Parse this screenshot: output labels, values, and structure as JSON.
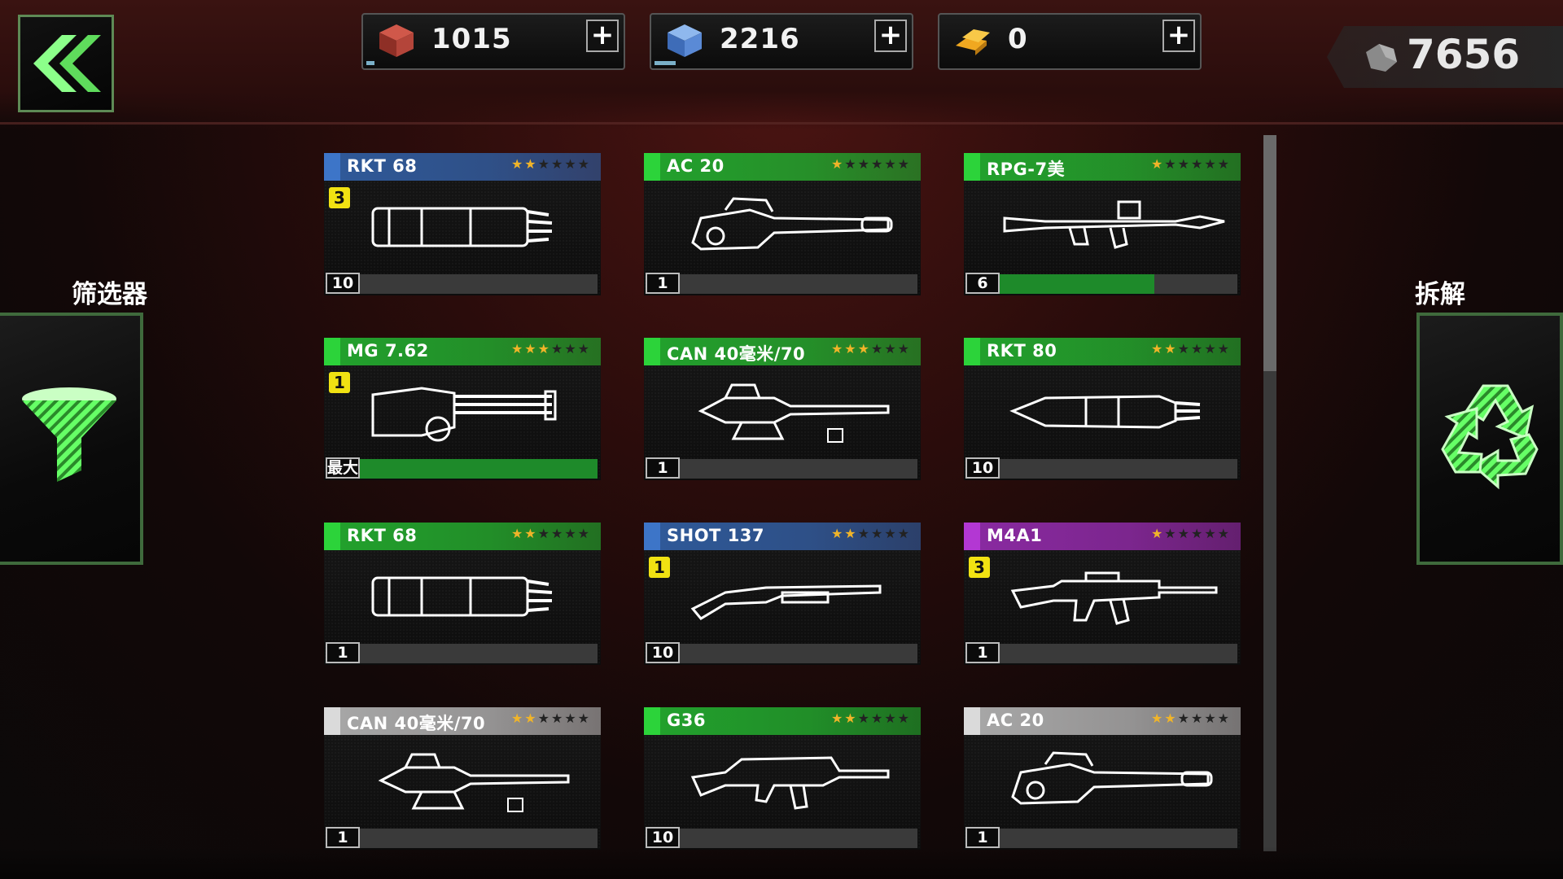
{
  "header": {
    "resources": [
      {
        "icon": "supply-crate-icon",
        "value": "1015",
        "plus": "+",
        "bar": 0.03
      },
      {
        "icon": "blue-crate-icon",
        "value": "2216",
        "plus": "+",
        "bar": 0.08
      },
      {
        "icon": "gold-bars-icon",
        "value": "0",
        "plus": "+",
        "bar": 0
      }
    ],
    "gear_count": "7656"
  },
  "sidebar": {
    "filter_label": "筛选器",
    "dismantle_label": "拆解"
  },
  "colors": {
    "blue": "#2f5a9a",
    "green": "#22a22d",
    "purple": "#8a2aa2",
    "gray": "#a8a8a8",
    "star_on": "#f0b429",
    "star_off": "#222"
  },
  "weapons": [
    {
      "name": "RKT 68",
      "rarity": "blue",
      "stars": 2,
      "badge": "3",
      "level": "10",
      "progress": 0,
      "art": "rocket-pod"
    },
    {
      "name": "AC 20",
      "rarity": "green",
      "stars": 1,
      "badge": "",
      "level": "1",
      "progress": 0,
      "art": "autocannon"
    },
    {
      "name": "RPG-7美",
      "rarity": "green",
      "stars": 1,
      "badge": "",
      "level": "6",
      "progress": 0.65,
      "art": "rpg"
    },
    {
      "name": "MG 7.62",
      "rarity": "green",
      "stars": 3,
      "badge": "1",
      "level": "最大",
      "progress": 1,
      "art": "minigun"
    },
    {
      "name": "CAN 40毫米/70",
      "rarity": "green",
      "stars": 3,
      "badge": "",
      "level": "1",
      "progress": 0,
      "art": "cannon"
    },
    {
      "name": "RKT 80",
      "rarity": "green",
      "stars": 2,
      "badge": "",
      "level": "10",
      "progress": 0,
      "art": "rocket-large"
    },
    {
      "name": "RKT 68",
      "rarity": "green",
      "stars": 2,
      "badge": "",
      "level": "1",
      "progress": 0,
      "art": "rocket-pod"
    },
    {
      "name": "SHOT 137",
      "rarity": "blue",
      "stars": 2,
      "badge": "1",
      "level": "10",
      "progress": 0,
      "art": "shotgun"
    },
    {
      "name": "M4A1",
      "rarity": "purple",
      "stars": 1,
      "badge": "3",
      "level": "1",
      "progress": 0,
      "art": "rifle"
    },
    {
      "name": "CAN 40毫米/70",
      "rarity": "gray",
      "stars": 2,
      "badge": "",
      "level": "1",
      "progress": 0,
      "art": "cannon"
    },
    {
      "name": "G36",
      "rarity": "green",
      "stars": 2,
      "badge": "",
      "level": "10",
      "progress": 0,
      "art": "g36"
    },
    {
      "name": "AC 20",
      "rarity": "gray",
      "stars": 2,
      "badge": "",
      "level": "1",
      "progress": 0,
      "art": "autocannon"
    }
  ]
}
